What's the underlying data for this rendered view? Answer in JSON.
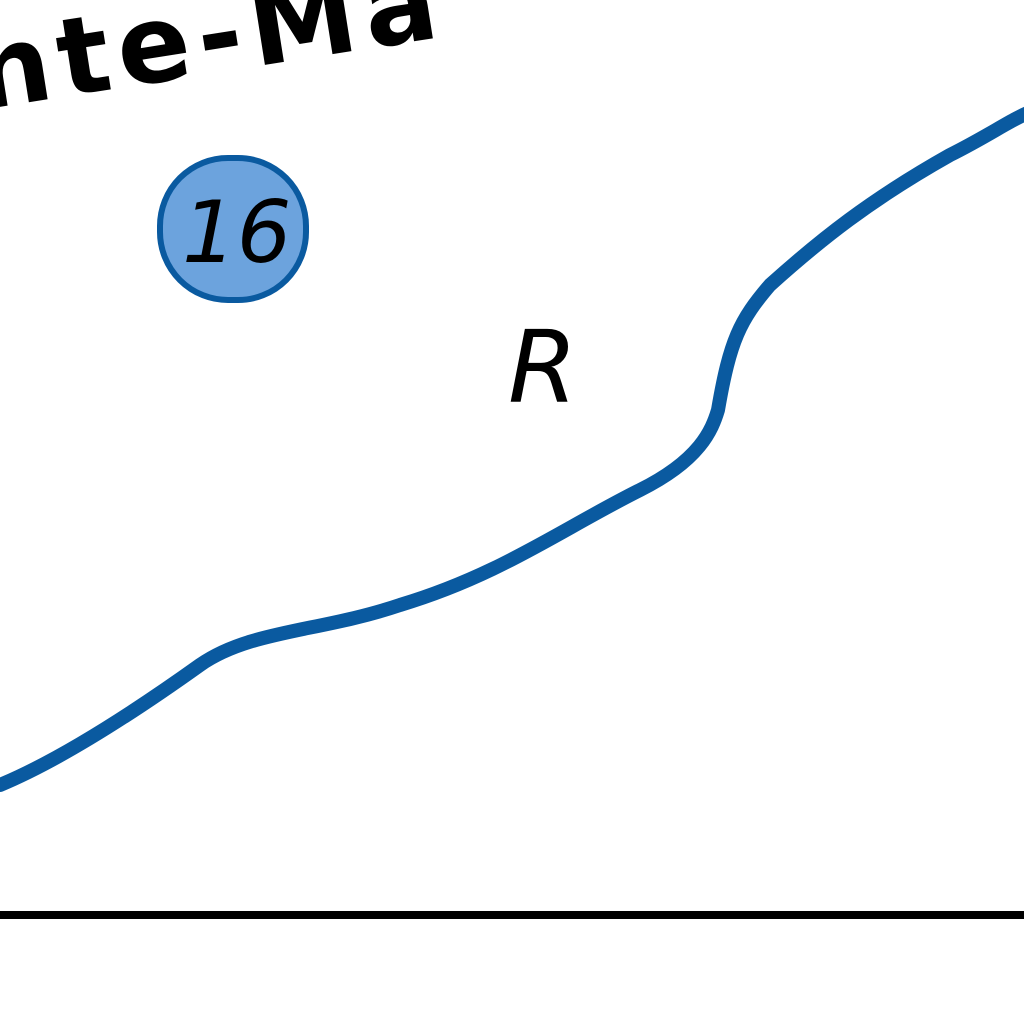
{
  "map": {
    "place_name_fragment": "nte-Ma",
    "route_badge": {
      "number": "16",
      "fill_color": "#6ca3dd",
      "stroke_color": "#0a5aa0"
    },
    "region_label": "R",
    "road": {
      "color": "#0a5aa0"
    },
    "boundary": {
      "color": "#000000"
    }
  }
}
